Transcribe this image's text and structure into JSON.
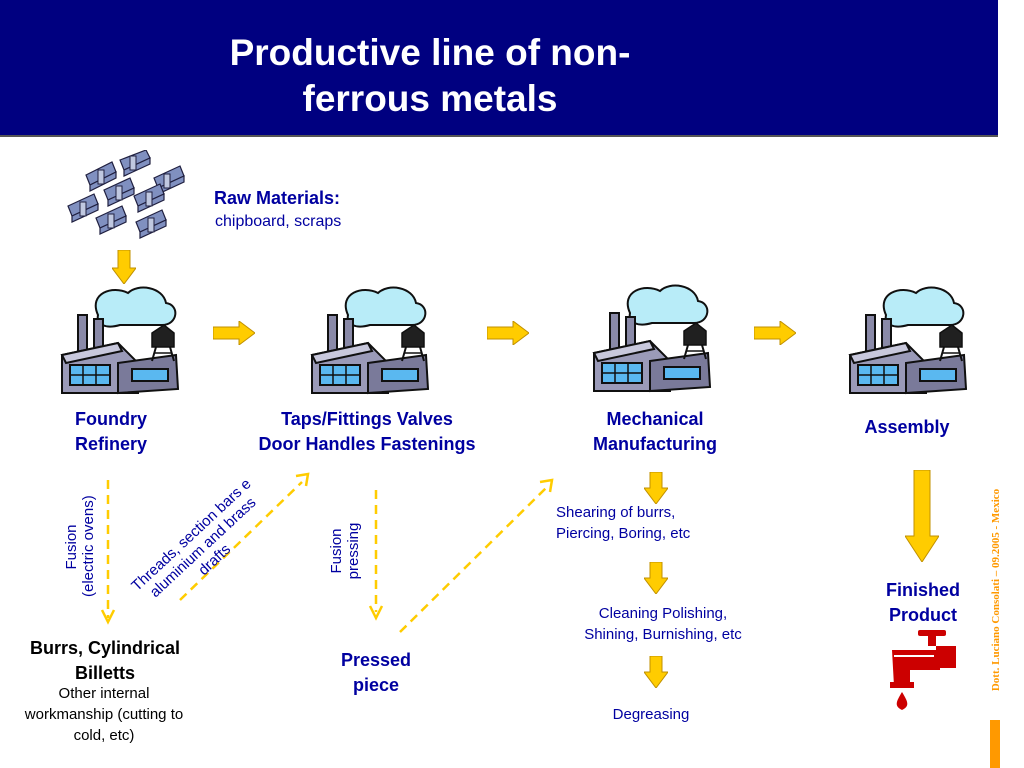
{
  "title": "Productive line of non-ferrous metals",
  "title_lines": [
    "Productive line of non-",
    "ferrous metals"
  ],
  "raw_materials": {
    "heading": "Raw Materials:",
    "detail": "chipboard, scraps"
  },
  "stages": {
    "foundry": [
      "Foundry",
      "Refinery"
    ],
    "taps": [
      "Taps/Fittings Valves",
      "Door Handles  Fastenings"
    ],
    "mechanical": [
      "Mechanical",
      "Manufacturing"
    ],
    "assembly": "Assembly"
  },
  "processes": {
    "fusion_ovens": [
      "Fusion",
      "(electric ovens)"
    ],
    "threads": [
      "Threads, section bars e",
      "aluminium and brass",
      "drafts"
    ],
    "fusion_pressing": [
      "Fusion",
      "pressing"
    ]
  },
  "outputs": {
    "burrs_title": [
      "Burrs, Cylindrical",
      "Billetts"
    ],
    "burrs_detail": [
      "Other internal",
      "workmanship (cutting to",
      "cold, etc)"
    ],
    "pressed": [
      "Pressed",
      "piece"
    ],
    "finished": [
      "Finished",
      "Product"
    ]
  },
  "mech_steps": [
    [
      "Shearing of burrs,",
      "Piercing, Boring, etc"
    ],
    [
      "Cleaning Polishing,",
      "Shining, Burnishing, etc"
    ],
    [
      "Degreasing"
    ]
  ],
  "credit": "Dott. Luciano Consolati – 09.2005 - Mexico",
  "icons": {
    "factory": "factory-icon",
    "metal": "metal-bars-icon",
    "tap": "faucet-icon",
    "arrow": "arrow-icon"
  },
  "colors": {
    "header": "#000080",
    "text_blue": "#0000a0",
    "arrow_yellow": "#ffcc00",
    "accent_orange": "#ff9900",
    "faucet_red": "#cc0000"
  }
}
